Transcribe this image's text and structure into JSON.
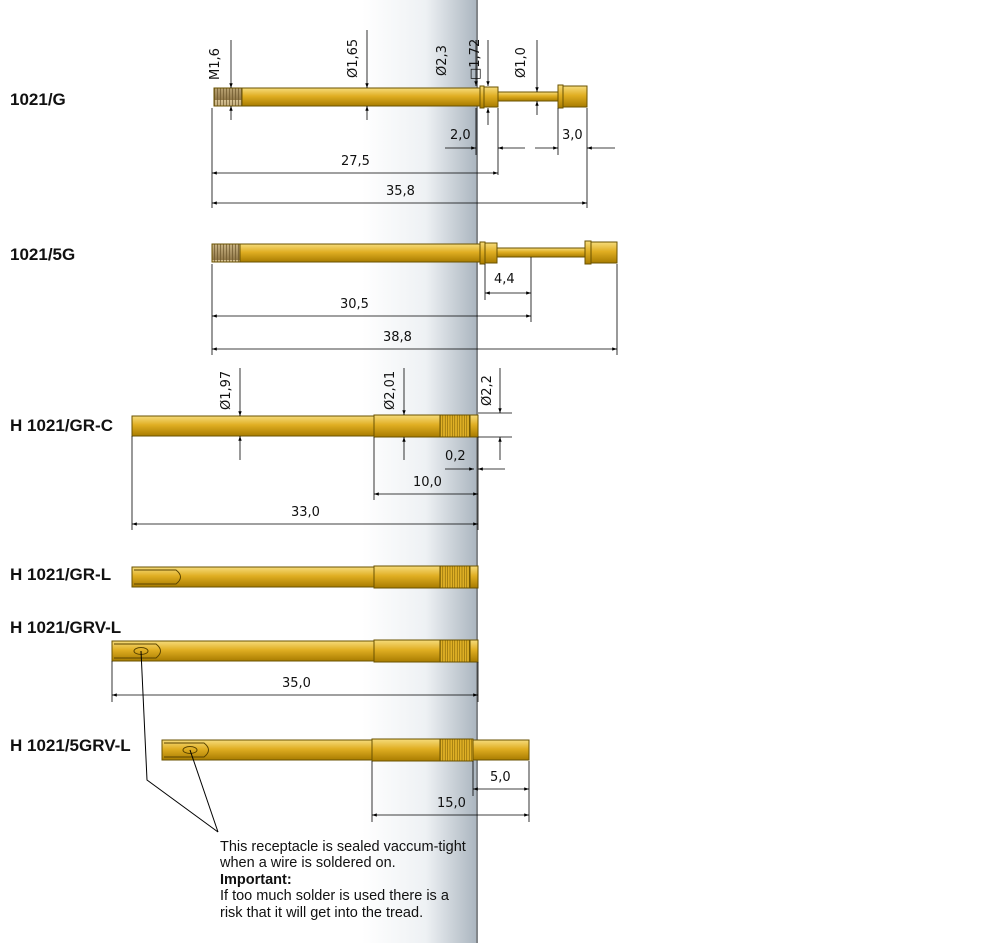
{
  "background": {
    "panel_color_light": "#eef1f4",
    "panel_color_dark": "#a9b4be",
    "line_color": "#666666"
  },
  "colors": {
    "gold_light": "#f6dc7c",
    "gold_mid": "#e0ae22",
    "gold_dark": "#a87c00",
    "thread": "#b09256"
  },
  "parts": [
    {
      "label": "1021/G",
      "dims": {
        "m16": "M1,6",
        "d165": "Ø1,65",
        "d23": "Ø2,3",
        "sq172": "□1,72",
        "d10": "Ø1,0",
        "a20": "2,0",
        "a30": "3,0",
        "a275": "27,5",
        "a358": "35,8"
      }
    },
    {
      "label": "1021/5G",
      "dims": {
        "a44": "4,4",
        "a305": "30,5",
        "a388": "38,8"
      }
    },
    {
      "label": "H 1021/GR-C",
      "dims": {
        "d197": "Ø1,97",
        "d201": "Ø2,01",
        "d22": "Ø2,2",
        "a02": "0,2",
        "a100": "10,0",
        "a330": "33,0"
      }
    },
    {
      "label": "H 1021/GR-L",
      "dims": {}
    },
    {
      "label": "H 1021/GRV-L",
      "dims": {
        "a350": "35,0"
      }
    },
    {
      "label": "H 1021/5GRV-L",
      "dims": {
        "a50": "5,0",
        "a150": "15,0"
      }
    }
  ],
  "note": {
    "line1": "This receptacle is sealed vaccum-tight",
    "line2": "when a wire is soldered on.",
    "heading": "Important:",
    "line3": "If too much solder is used there is a",
    "line4": "risk that it will get into the tread."
  }
}
